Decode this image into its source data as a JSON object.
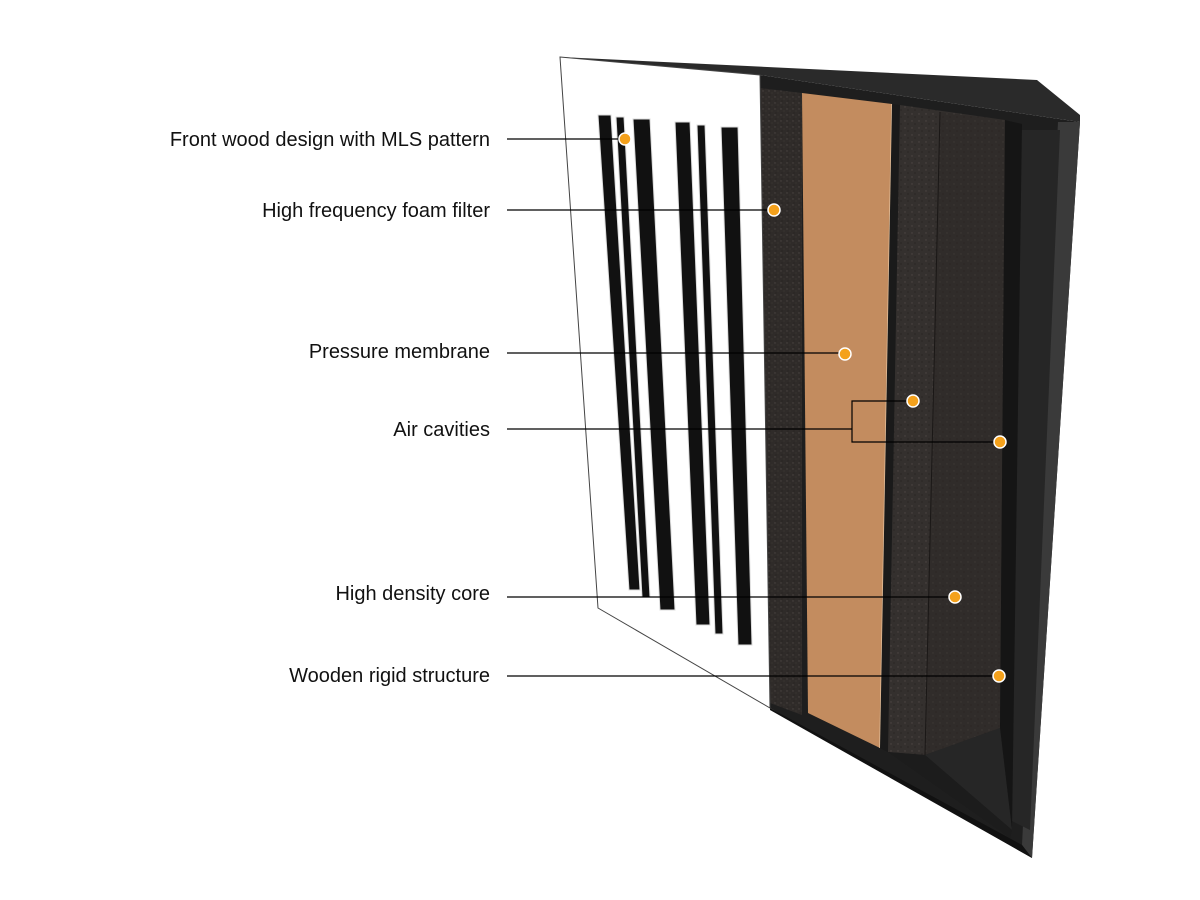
{
  "diagram": {
    "colors": {
      "marker": "#f4a11c",
      "foam": "#2f2b29",
      "membrane": "#c38c5f",
      "frame": "#2b2b2b",
      "front_panel": "#ffffff"
    },
    "labels": {
      "front_wood": "Front wood design with MLS pattern",
      "hf_foam": "High frequency foam filter",
      "pressure_membrane": "Pressure membrane",
      "air_cavities": "Air cavities",
      "hd_core": "High density core",
      "wooden_structure": "Wooden rigid structure"
    }
  }
}
